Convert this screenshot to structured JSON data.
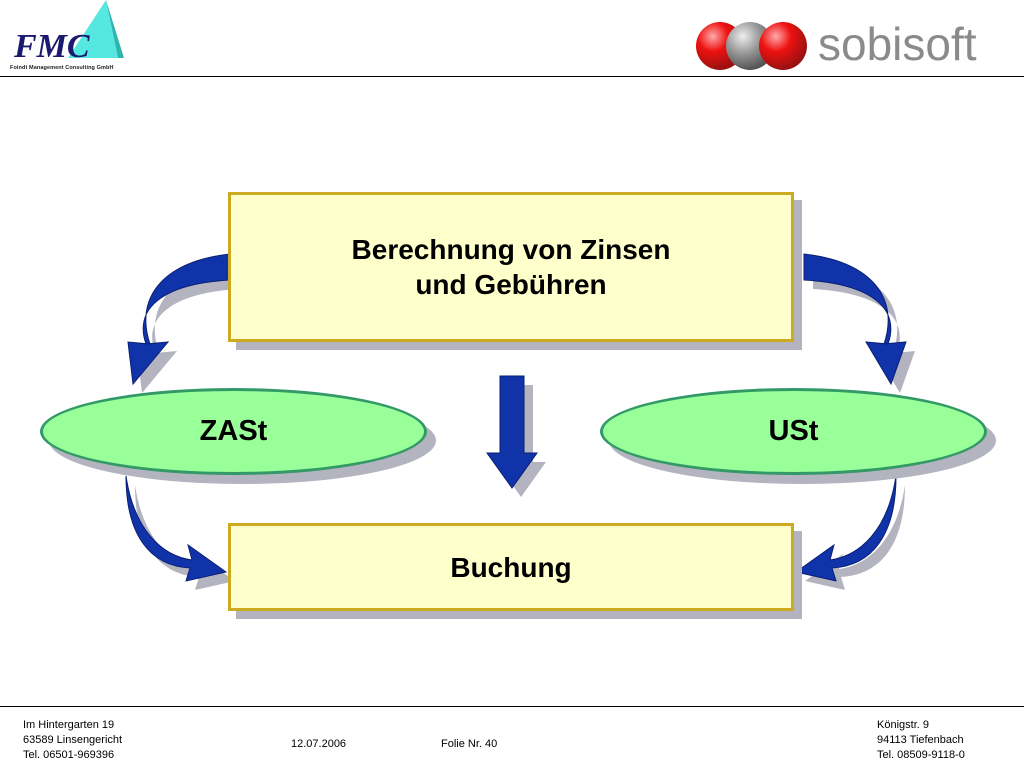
{
  "header": {
    "left_logo": {
      "text": "FMC",
      "subtitle": "Foindt Management Consulting GmbH"
    },
    "right_logo": {
      "text": "sobisoft"
    }
  },
  "diagram": {
    "top_box": {
      "lines": [
        "Berechnung von Zinsen",
        "und Gebühren"
      ]
    },
    "left_oval": {
      "label": "ZASt"
    },
    "right_oval": {
      "label": "USt"
    },
    "bottom_box": {
      "label": "Buchung"
    },
    "colors": {
      "box_fill": "#ffffcc",
      "box_border": "#ccaa22",
      "oval_fill": "#99ff99",
      "oval_border": "#339966",
      "arrow_fill": "#1133aa",
      "shadow": "#b4b4c0"
    },
    "arrows": [
      {
        "from": "top_box",
        "to": "left_oval",
        "icon": "curved-arrow-icon"
      },
      {
        "from": "top_box",
        "to": "right_oval",
        "icon": "curved-arrow-icon"
      },
      {
        "from": "top_box",
        "to": "bottom_box",
        "icon": "down-arrow-icon"
      },
      {
        "from": "left_oval",
        "to": "bottom_box",
        "icon": "curved-arrow-icon"
      },
      {
        "from": "right_oval",
        "to": "bottom_box",
        "icon": "curved-arrow-icon"
      }
    ]
  },
  "footer": {
    "left_address": [
      "Im Hintergarten 19",
      "63589 Linsengericht",
      "Tel. 06501-969396"
    ],
    "date": "12.07.2006",
    "slide": "Folie Nr. 40",
    "right_address": [
      "Königstr. 9",
      "94113 Tiefenbach",
      "Tel. 08509-9118-0"
    ]
  }
}
